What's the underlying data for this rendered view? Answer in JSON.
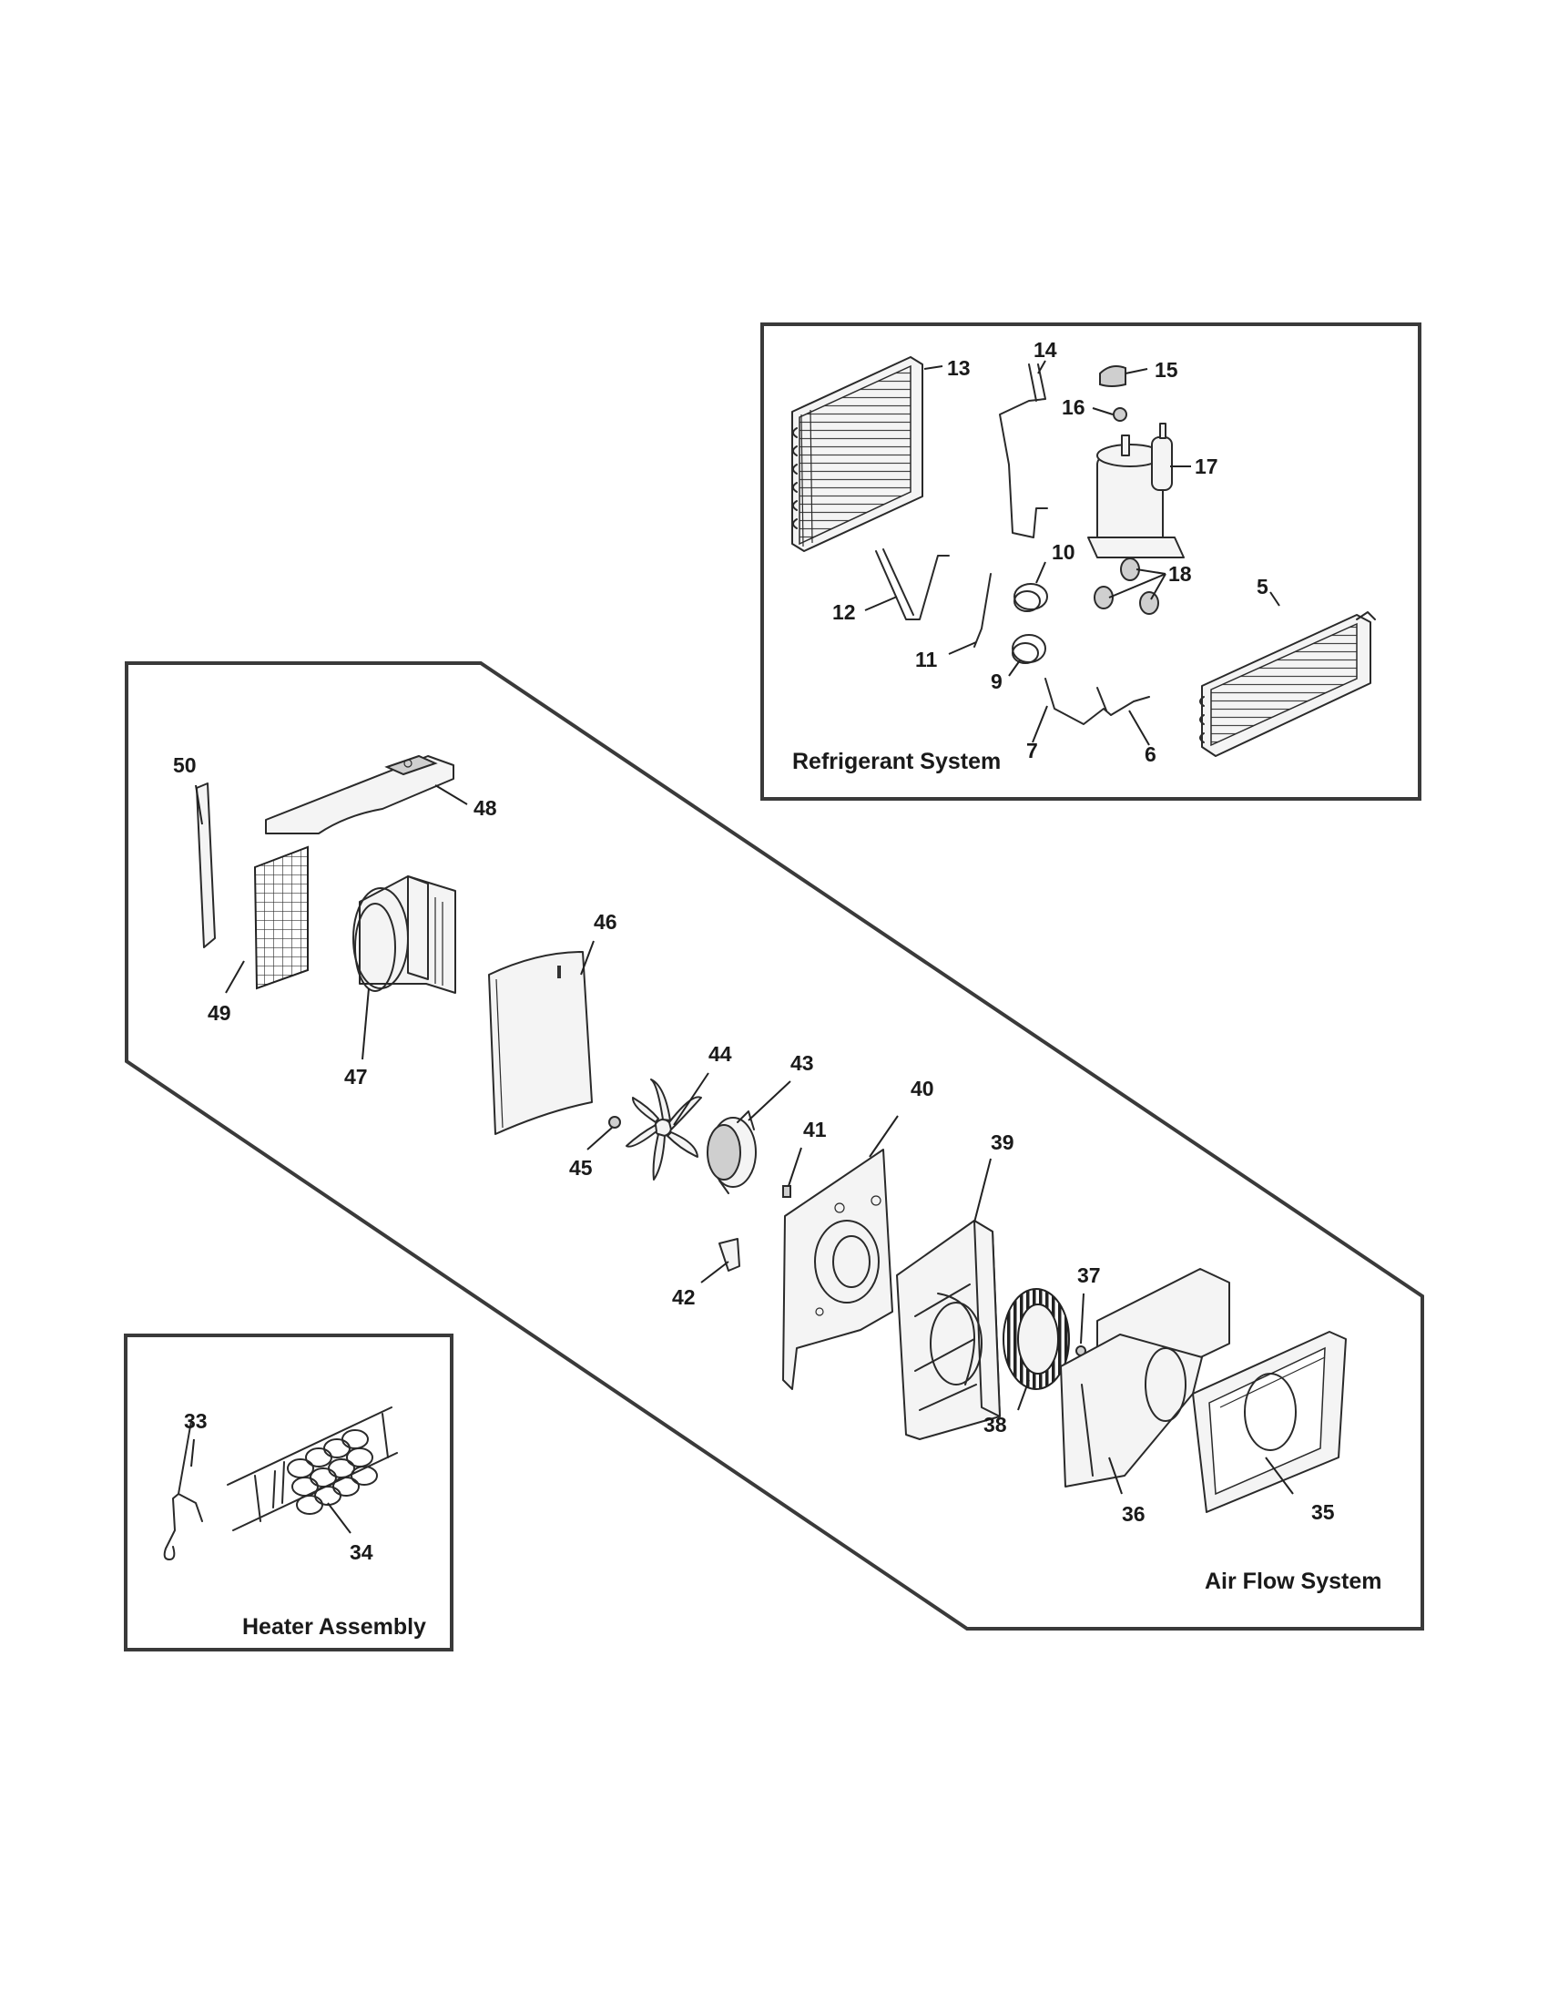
{
  "sections": {
    "refrigerant": "Refrigerant System",
    "airflow": "Air Flow System",
    "heater": "Heater Assembly"
  },
  "callouts": {
    "p5": "5",
    "p6": "6",
    "p7": "7",
    "p9": "9",
    "p10": "10",
    "p11": "11",
    "p12": "12",
    "p13": "13",
    "p14": "14",
    "p15": "15",
    "p16": "16",
    "p17": "17",
    "p18": "18",
    "p33": "33",
    "p34": "34",
    "p35": "35",
    "p36": "36",
    "p37": "37",
    "p38": "38",
    "p39": "39",
    "p40": "40",
    "p41": "41",
    "p42": "42",
    "p43": "43",
    "p44": "44",
    "p45": "45",
    "p46": "46",
    "p47": "47",
    "p48": "48",
    "p49": "49",
    "p50": "50"
  }
}
